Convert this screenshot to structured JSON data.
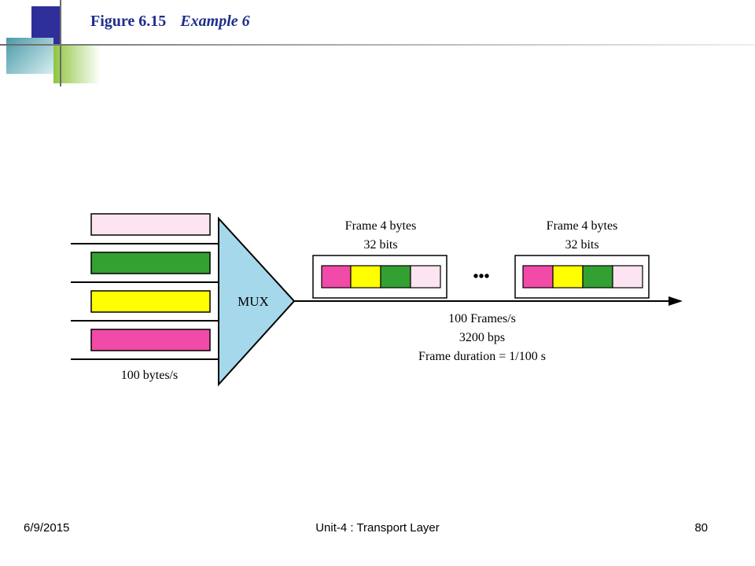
{
  "header": {
    "figure_label": "Figure 6.15",
    "figure_subtitle": "Example 6"
  },
  "colors": {
    "pink_light": "#fce4f0",
    "green": "#33a032",
    "yellow": "#ffff00",
    "magenta": "#f24aa8",
    "mux_fill": "#a5d8ea",
    "title": "#1f2e8c"
  },
  "diagram": {
    "mux_label": "MUX",
    "input_rate": "100 bytes/s",
    "frame1": {
      "line1": "Frame  4 bytes",
      "line2": "32 bits"
    },
    "frame2": {
      "line1": "Frame  4 bytes",
      "line2": "32 bits"
    },
    "ellipsis": "•••",
    "output": {
      "rate": "100 Frames/s",
      "bps": "3200 bps",
      "duration": "Frame duration = 1/100 s"
    }
  },
  "footer": {
    "date": "6/9/2015",
    "center": "Unit-4 : Transport Layer",
    "page": "80"
  }
}
